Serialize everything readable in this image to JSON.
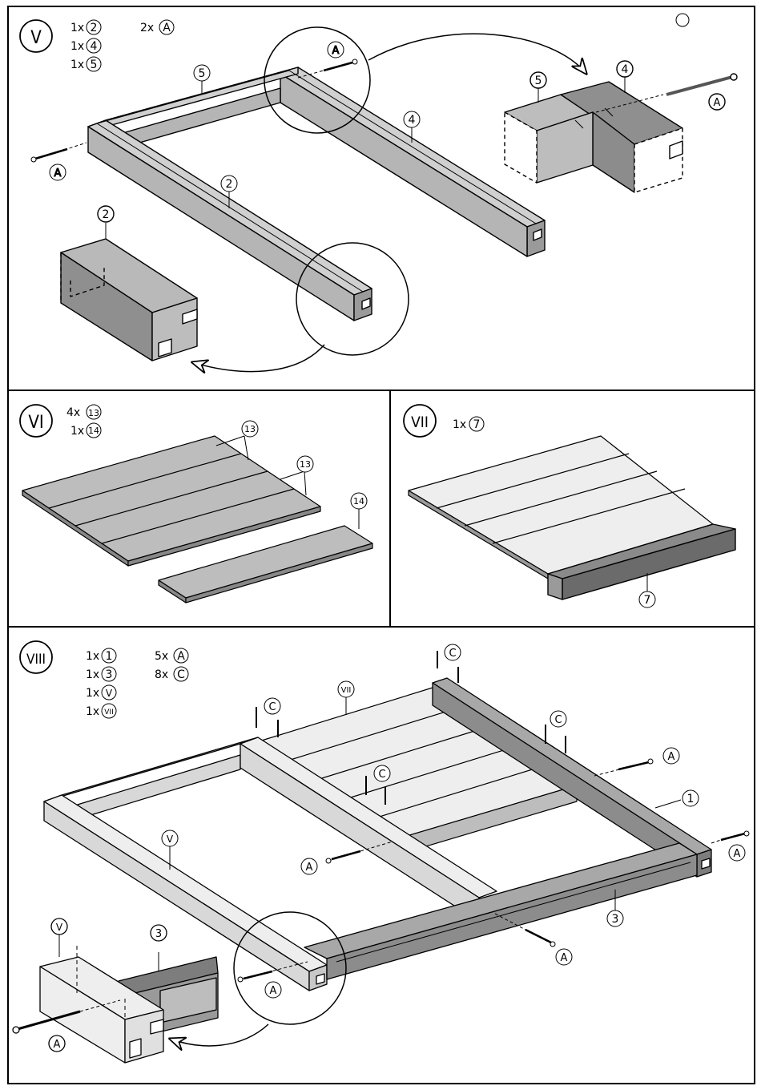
{
  "steps": {
    "s5": {
      "roman": "V",
      "parts": [
        {
          "qty": "1x",
          "id": "2"
        },
        {
          "qty": "1x",
          "id": "4"
        },
        {
          "qty": "1x",
          "id": "5"
        },
        {
          "qty": "2x",
          "id": "A"
        }
      ],
      "callouts": {
        "beam_top": "5",
        "beam_left": "2",
        "beam_right": "4",
        "screw_left": "A",
        "screw_top": "A",
        "detail_left_part": "2",
        "detail_right_p5": "5",
        "detail_right_p4": "4",
        "detail_right_screw": "A"
      }
    },
    "s6": {
      "roman": "VI",
      "parts": [
        {
          "qty": "4x",
          "id": "13"
        },
        {
          "qty": "1x",
          "id": "14"
        }
      ],
      "callouts": {
        "boards_a": "13",
        "boards_b": "13",
        "loose_board": "14"
      }
    },
    "s7": {
      "roman": "VII",
      "parts": [
        {
          "qty": "1x",
          "id": "7"
        }
      ],
      "callouts": {
        "edge_beam": "7"
      }
    },
    "s8": {
      "roman": "VIII",
      "parts": [
        {
          "qty": "1x",
          "id": "1"
        },
        {
          "qty": "1x",
          "id": "3"
        },
        {
          "qty": "1x",
          "id": "V"
        },
        {
          "qty": "1x",
          "id": "VII"
        },
        {
          "qty": "5x",
          "id": "A"
        },
        {
          "qty": "8x",
          "id": "C"
        }
      ],
      "callouts": {
        "panel": "VII",
        "frame": "V",
        "beam_right": "1",
        "beam_front": "3",
        "nails_1": "C",
        "nails_2": "C",
        "nails_3": "C",
        "nails_4": "C",
        "screw_right_1": "A",
        "screw_right_2": "A",
        "screw_mid": "A",
        "screw_front": "A",
        "screw_corner": "A",
        "detail_frame": "V",
        "detail_beam": "3",
        "detail_screw": "A"
      }
    }
  }
}
